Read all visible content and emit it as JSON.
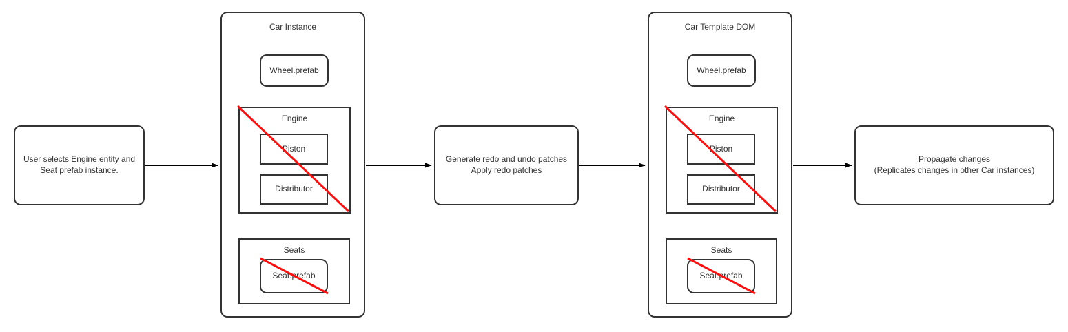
{
  "colors": {
    "canvas-bg": "#ffffff",
    "box-border": "#333333",
    "text": "#333333",
    "arrow": "#000000",
    "strike": "#ff0e0e"
  },
  "nodes": {
    "start": {
      "lines": [
        "User selects Engine entity and",
        "Seat prefab instance."
      ]
    },
    "middle": {
      "lines": [
        "Generate redo and undo patches",
        "Apply redo patches"
      ]
    },
    "end": {
      "lines": [
        "Propagate changes",
        "(Replicates changes in other Car instances)"
      ]
    }
  },
  "groups": [
    {
      "title": "Car Instance",
      "wheel": "Wheel.prefab",
      "engine": {
        "title": "Engine",
        "piston": "Piston",
        "distributor": "Distributor"
      },
      "seats": {
        "title": "Seats",
        "seat": "Seat.prefab"
      }
    },
    {
      "title": "Car Template DOM",
      "wheel": "Wheel.prefab",
      "engine": {
        "title": "Engine",
        "piston": "Piston",
        "distributor": "Distributor"
      },
      "seats": {
        "title": "Seats",
        "seat": "Seat.prefab"
      }
    }
  ]
}
